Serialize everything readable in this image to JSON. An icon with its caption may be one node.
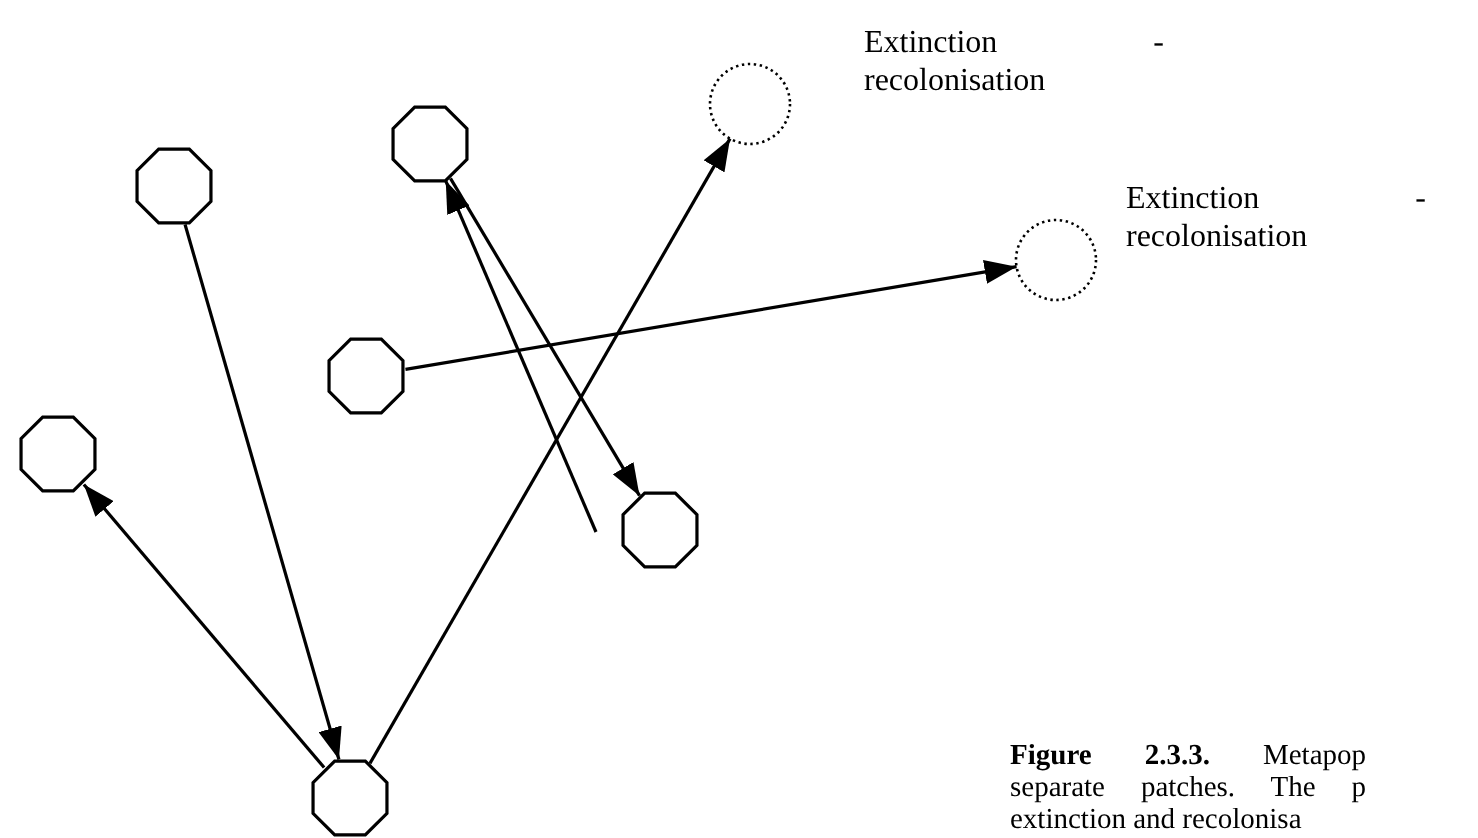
{
  "diagram": {
    "caption": "**Figure 2.3.3.** Metapop separate patches. The p extinction and recolonisa",
    "nodes": [
      {
        "text": [],
        "shape": "octagon"
      },
      {
        "text": [],
        "shape": "octagon"
      },
      {
        "text": [],
        "shape": "circle",
        "beside": [
          "Extinction - recolonisation"
        ]
      },
      {
        "text": [],
        "shape": "octagon"
      },
      {
        "text": [],
        "shape": "circle",
        "beside": [
          "Extinction - recolonisation"
        ]
      },
      {
        "text": [],
        "shape": "octagon"
      },
      {
        "text": [],
        "shape": "octagon"
      },
      {
        "text": [],
        "shape": "octagon"
      }
    ],
    "edges": [
      {
        "from": 0,
        "to": 7,
        "arrow": "to"
      },
      {
        "from": 7,
        "to": 5,
        "arrow": "to"
      },
      {
        "from": 7,
        "to": 2,
        "arrow": "to"
      },
      {
        "from": 3,
        "to": 4,
        "arrow": "to"
      },
      {
        "from": 1,
        "to": 6,
        "arrow": "to"
      },
      {
        "from": null,
        "to": 1,
        "arrow": "to"
      }
    ]
  }
}
